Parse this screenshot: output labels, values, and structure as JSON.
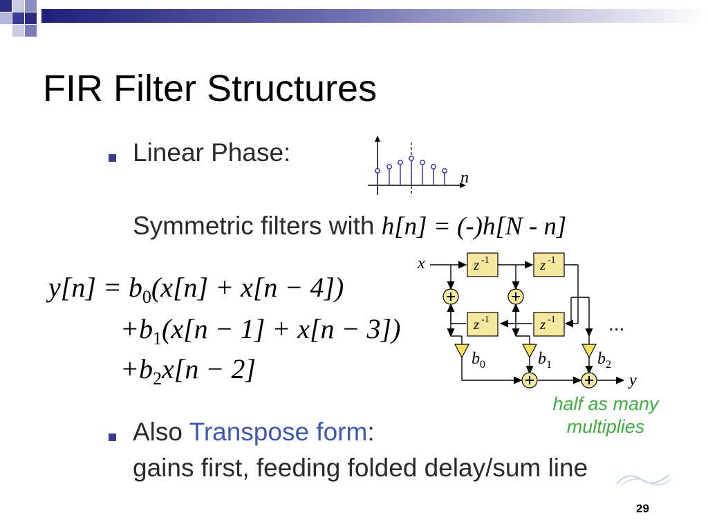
{
  "title": "FIR Filter Structures",
  "page_number": "29",
  "bullet1": {
    "label": "Linear Phase:"
  },
  "stem_plot": {
    "axis_label": "n"
  },
  "symmetric": {
    "prefix": "Symmetric filters with",
    "formula": "h[n] = (-)h[N - n]"
  },
  "equation": {
    "line1": {
      "lhs": "y[n] = b",
      "sub": "0",
      "rest": "(x[n] + x[n − 4])"
    },
    "line2": {
      "lhs": "+b",
      "sub": "1",
      "rest": "(x[n − 1] + x[n − 3])"
    },
    "line3": {
      "lhs": "+b",
      "sub": "2",
      "rest": "x[n − 2]"
    }
  },
  "diagram": {
    "input_label": "x",
    "output_label": "y",
    "delay_label": "z",
    "delay_exp": "-1",
    "ellipsis": "...",
    "gains": [
      {
        "sym": "b",
        "sub": "0"
      },
      {
        "sym": "b",
        "sub": "1"
      },
      {
        "sym": "b",
        "sub": "2"
      }
    ],
    "colors": {
      "delay_fill": "#f7e8a0",
      "gain_fill": "#f7e25c",
      "adder_fill": "#f7e8a0"
    }
  },
  "note": {
    "line1": "half as many",
    "line2": "multiplies"
  },
  "bullet2": {
    "prefix": "Also ",
    "highlight": "Transpose form",
    "suffix": ":",
    "line2": "gains first, feeding folded delay/sum line",
    "highlight_color": "#3f58b0"
  },
  "theme": {
    "bullet_color": "#3b3b91"
  }
}
